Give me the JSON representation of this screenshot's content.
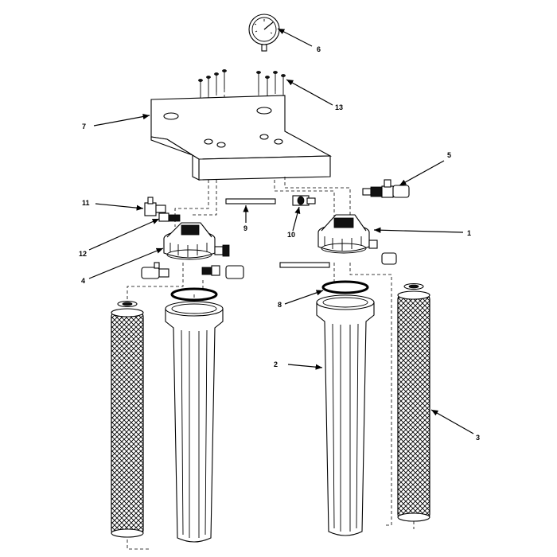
{
  "diagram": {
    "callouts": [
      {
        "id": "c1",
        "text": "1"
      },
      {
        "id": "c2",
        "text": "2"
      },
      {
        "id": "c3",
        "text": "3"
      },
      {
        "id": "c4",
        "text": "4"
      },
      {
        "id": "c5",
        "text": "5"
      },
      {
        "id": "c6",
        "text": "6"
      },
      {
        "id": "c7",
        "text": "7"
      },
      {
        "id": "c8",
        "text": "8"
      },
      {
        "id": "c9",
        "text": "9"
      },
      {
        "id": "c10",
        "text": "10"
      },
      {
        "id": "c11",
        "text": "11"
      },
      {
        "id": "c12",
        "text": "12"
      },
      {
        "id": "c13",
        "text": "13"
      }
    ],
    "colors": {
      "ink": "#000000",
      "paper": "#ffffff"
    }
  }
}
